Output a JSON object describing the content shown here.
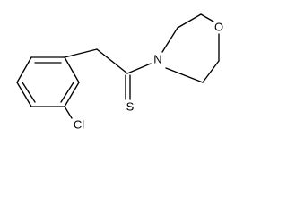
{
  "molecule": {
    "atoms": {
      "oxygen": "O",
      "nitrogen": "N",
      "sulfur": "S",
      "chlorine": "Cl"
    }
  }
}
